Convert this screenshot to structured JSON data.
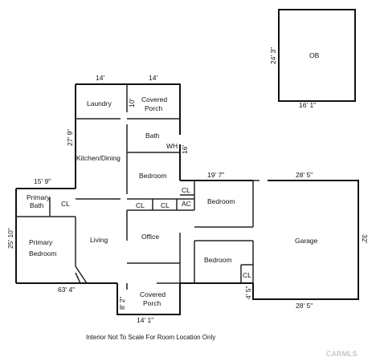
{
  "rooms": {
    "ob": "OB",
    "laundry": "Laundry",
    "covered_porch_top": "Covered\nPorch",
    "bath": "Bath",
    "wh": "WH",
    "kitchen_dining": "Kitchen/Dining",
    "bedroom_center": "Bedroom",
    "primary_bath": "Primary\nBath",
    "cl_primary": "CL",
    "cl_upper": "CL",
    "cl_left": "CL",
    "cl_mid": "CL",
    "ac": "AC",
    "bedroom_right_upper": "Bedroom",
    "garage": "Garage",
    "primary_bedroom": "Primary\nBedroom",
    "living": "Living",
    "office": "Office",
    "bedroom_right_lower": "Bedroom",
    "cl_lower_right": "CL",
    "covered_porch_bottom": "Covered\nPorch"
  },
  "dimensions": {
    "ob_height": "24' 3\"",
    "ob_width": "16' 1\"",
    "top_width_1": "14'",
    "top_width_2": "14'",
    "porch_depth": "10'",
    "kitchen_height": "27' 9\"",
    "bath_16": "16'",
    "primary_width": "15' 9\"",
    "bed_right_width": "19' 7\"",
    "garage_top_width": "28' 5\"",
    "left_height": "25' 10\"",
    "garage_height": "32'",
    "total_width": "63' 4\"",
    "bottom_porch_depth": "8' 2\"",
    "bottom_porch_width": "14' 1\"",
    "cl_depth": "4' 5\"",
    "garage_bottom_width": "28' 5\""
  },
  "note": "Interior Not To Scale For Room Location Only",
  "watermark": "CARMLS"
}
